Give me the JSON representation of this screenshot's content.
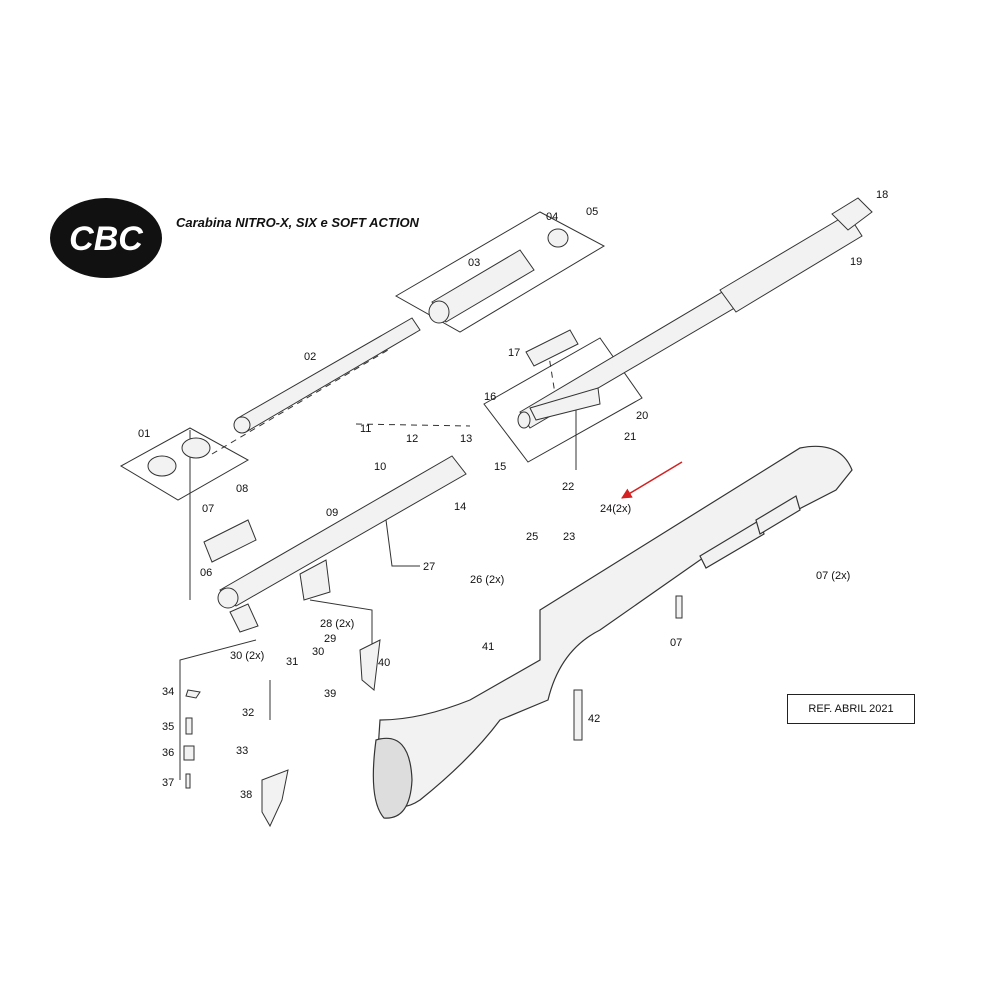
{
  "header": {
    "brand": "CBC",
    "title": "Carabina NITRO-X, SIX e SOFT ACTION"
  },
  "ref": "REF. ABRIL 2021",
  "colors": {
    "line": "#333333",
    "part_fill": "#f2f2f2",
    "arrow": "#d42020",
    "logo": "#111111"
  },
  "part_labels": [
    "01",
    "02",
    "03",
    "04",
    "05",
    "06",
    "07",
    "08",
    "09",
    "10",
    "11",
    "12",
    "13",
    "14",
    "15",
    "16",
    "17",
    "18",
    "19",
    "20",
    "21",
    "22",
    "23",
    "24(2x)",
    "25",
    "26 (2x)",
    "27",
    "28 (2x)",
    "29",
    "30",
    "30 (2x)",
    "31",
    "32",
    "33",
    "34",
    "35",
    "36",
    "37",
    "38",
    "39",
    "40",
    "41",
    "42",
    "07 (2x)",
    "07"
  ]
}
